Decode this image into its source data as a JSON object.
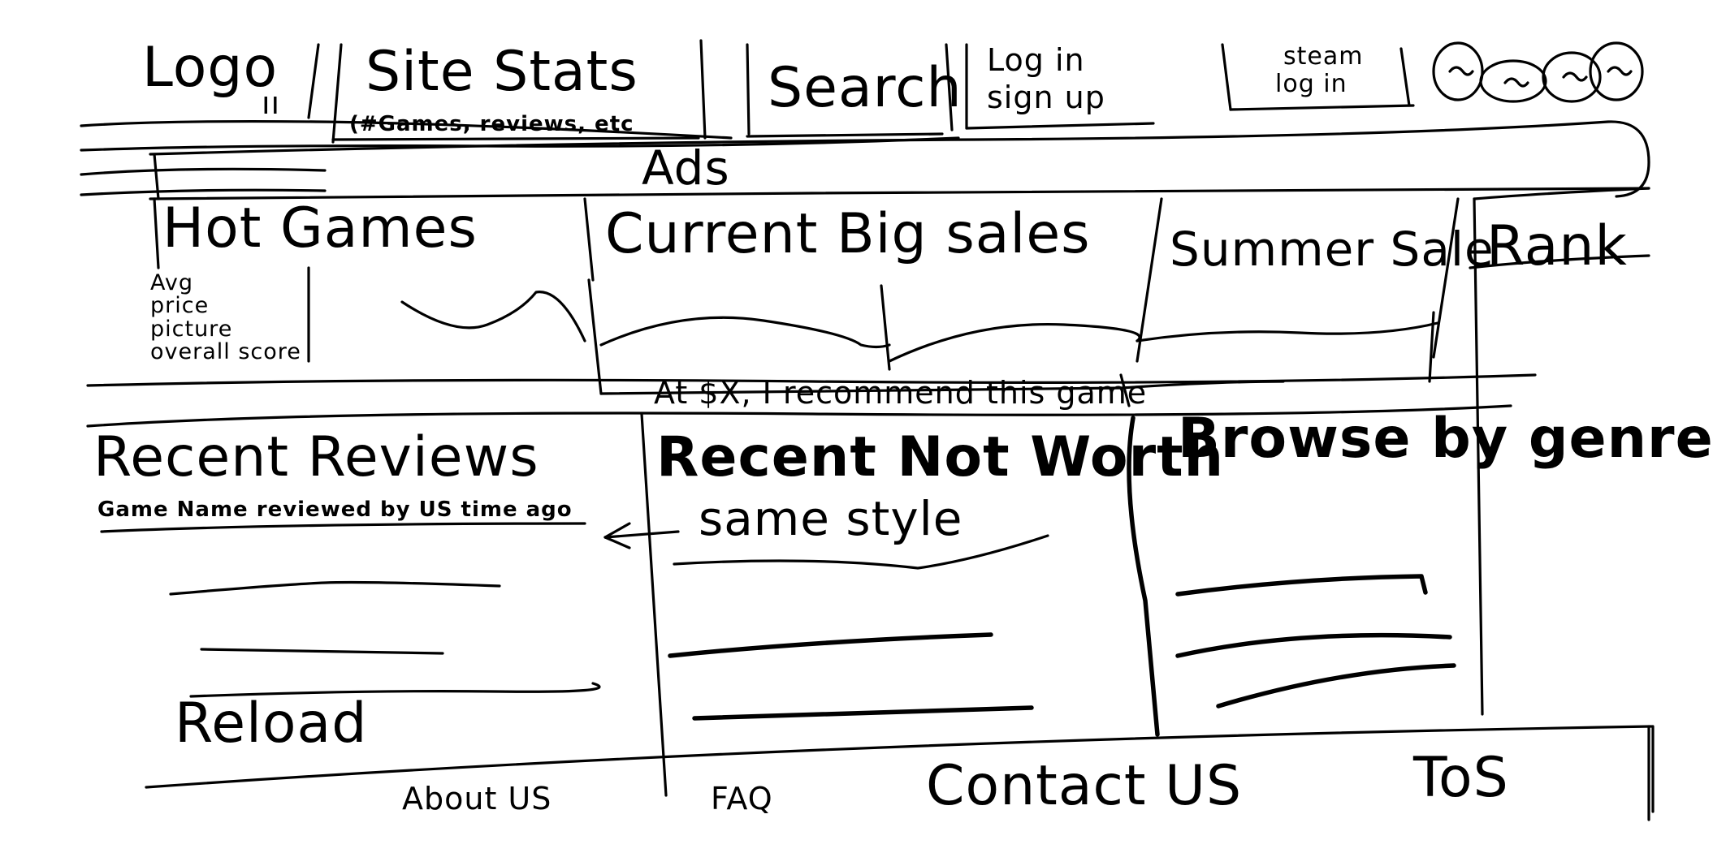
{
  "header": {
    "logo": "Logo",
    "site_stats": {
      "title": "Site Stats",
      "detail": "(#Games, reviews, etc"
    },
    "search": "Search",
    "login": {
      "line1": "Log in",
      "line2": "sign up"
    },
    "steam": {
      "line1": "steam",
      "line2": "log in"
    },
    "social_icons": [
      "social-icon-1",
      "social-icon-2",
      "social-icon-3",
      "social-icon-4"
    ]
  },
  "ads": "Ads",
  "categories": {
    "tabs": [
      "Hot Games",
      "Current Big sales",
      "Summer Sale"
    ],
    "rank": "Rank",
    "sidebar_labels": [
      "Avg",
      "price",
      "picture",
      "overall score"
    ],
    "recommendation": "At $X, I recommend this game"
  },
  "recent_reviews": {
    "title": "Recent Reviews",
    "subtitle": "Game Name reviewed by US time ago",
    "reload": "Reload"
  },
  "recent_worth": {
    "title": "Recent Not Worth",
    "subtitle": "same style"
  },
  "genre": {
    "title": "Browse by genre"
  },
  "footer": {
    "links": [
      "About US",
      "FAQ",
      "Contact US",
      "ToS"
    ]
  }
}
